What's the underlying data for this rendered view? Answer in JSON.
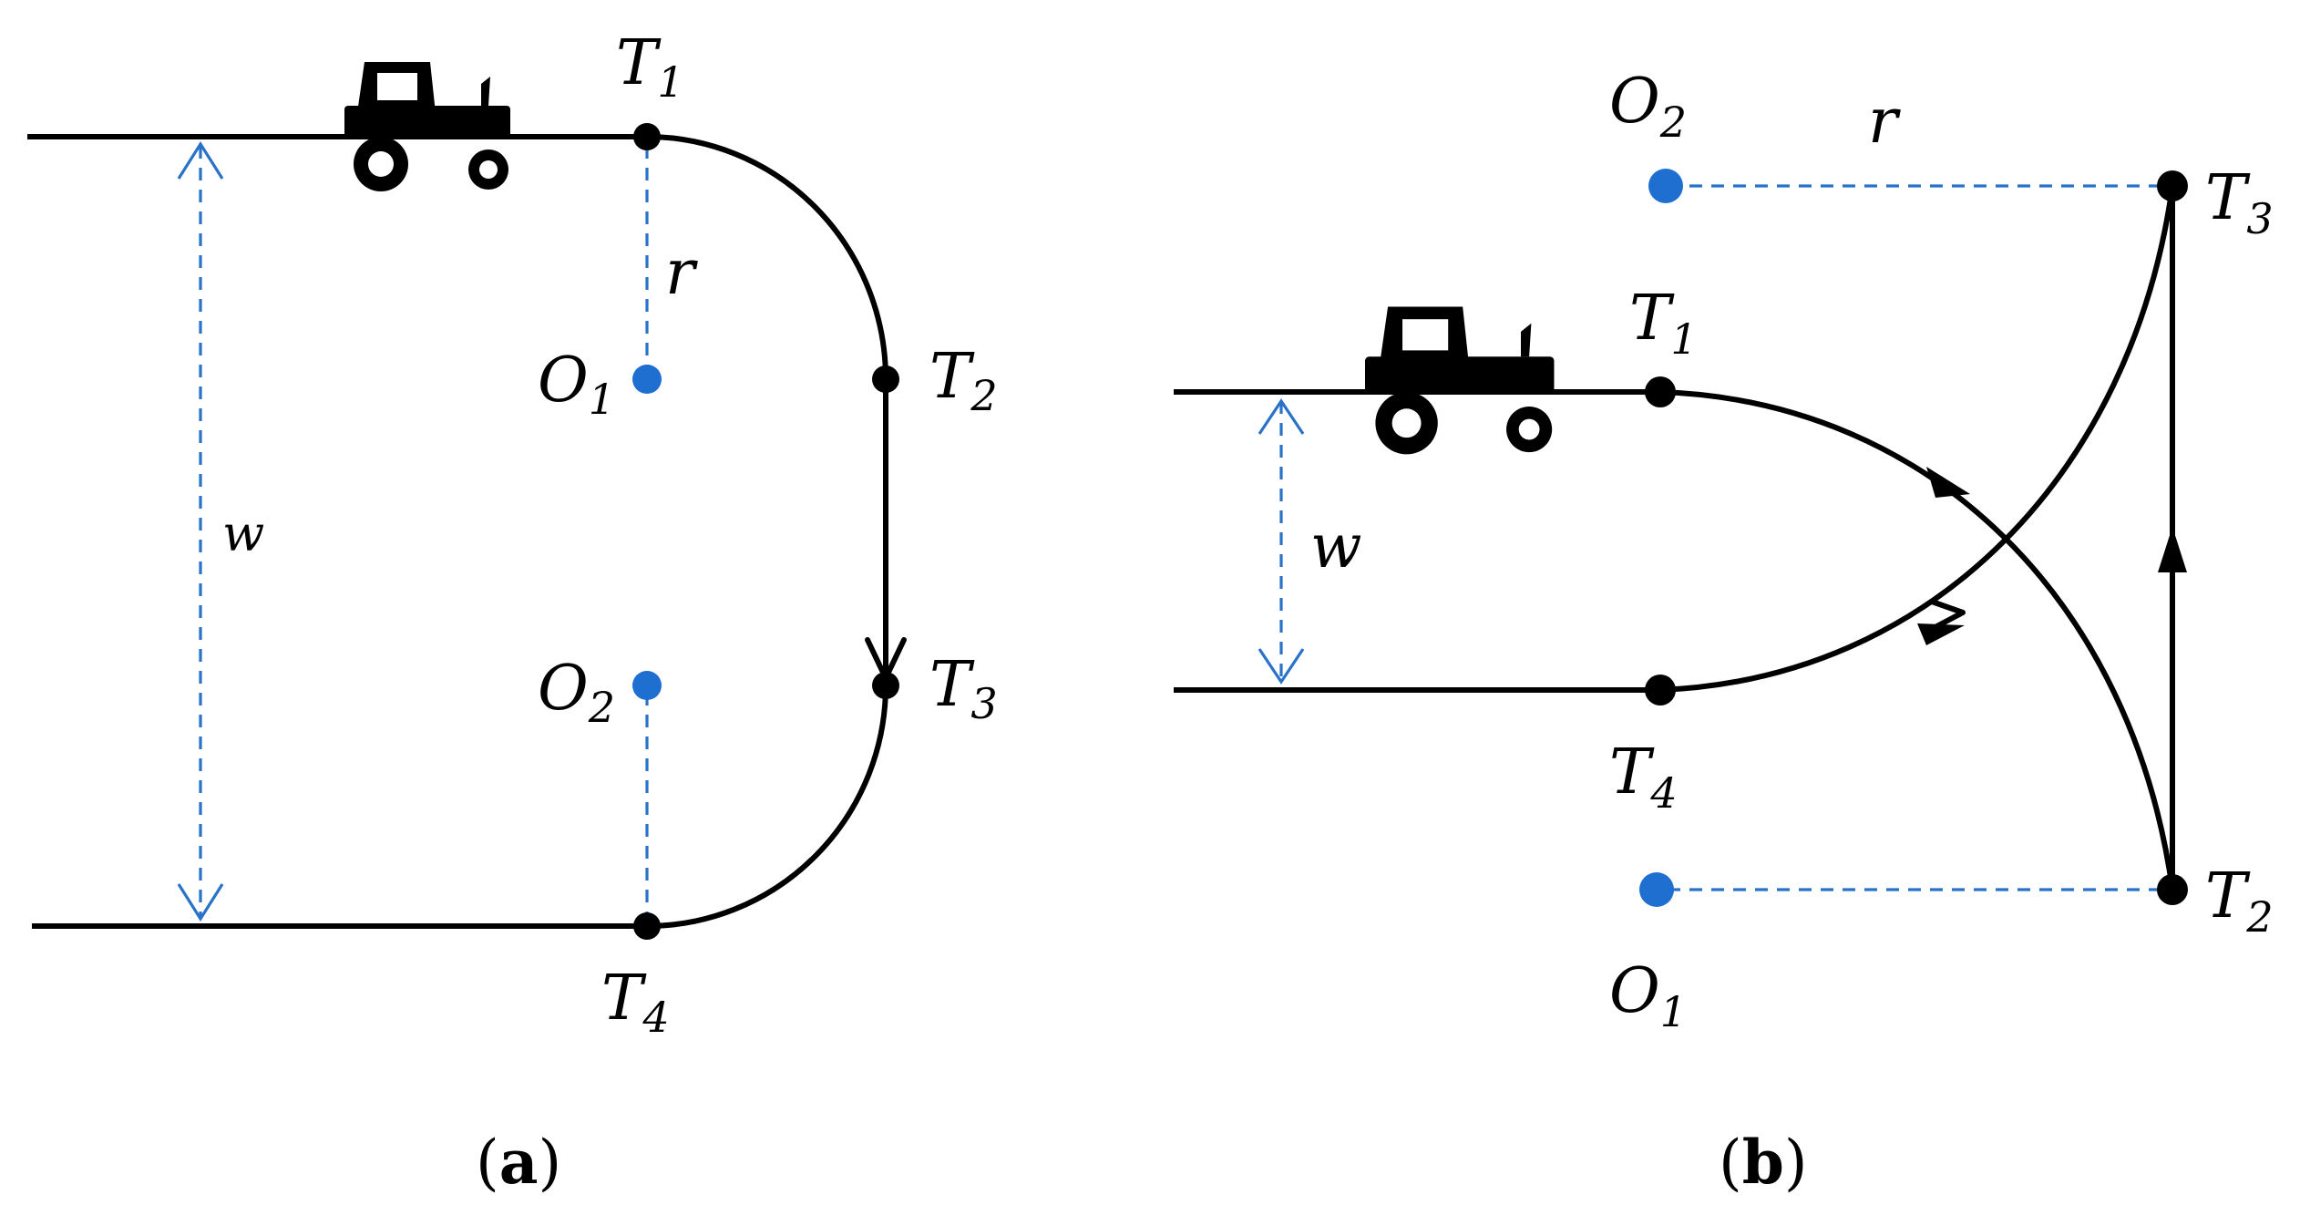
{
  "panel_a": {
    "caption_open": "(",
    "caption_letter": "a",
    "caption_close": ")",
    "labels": {
      "T1": {
        "main": "T",
        "sub": "1"
      },
      "T2": {
        "main": "T",
        "sub": "2"
      },
      "T3": {
        "main": "T",
        "sub": "3"
      },
      "T4": {
        "main": "T",
        "sub": "4"
      },
      "O1": {
        "main": "O",
        "sub": "1"
      },
      "O2": {
        "main": "O",
        "sub": "2"
      },
      "r": "r",
      "w": "w"
    }
  },
  "panel_b": {
    "caption_open": "(",
    "caption_letter": "b",
    "caption_close": ")",
    "labels": {
      "T1": {
        "main": "T",
        "sub": "1"
      },
      "T2": {
        "main": "T",
        "sub": "2"
      },
      "T3": {
        "main": "T",
        "sub": "3"
      },
      "T4": {
        "main": "T",
        "sub": "4"
      },
      "O1": {
        "main": "O",
        "sub": "1"
      },
      "O2": {
        "main": "O",
        "sub": "2"
      },
      "r": "r",
      "w": "w"
    }
  },
  "colors": {
    "path": "#000000",
    "dimension": "#2a72c9",
    "center_point": "#1f6fd1"
  },
  "icons": [
    "tractor-icon"
  ]
}
